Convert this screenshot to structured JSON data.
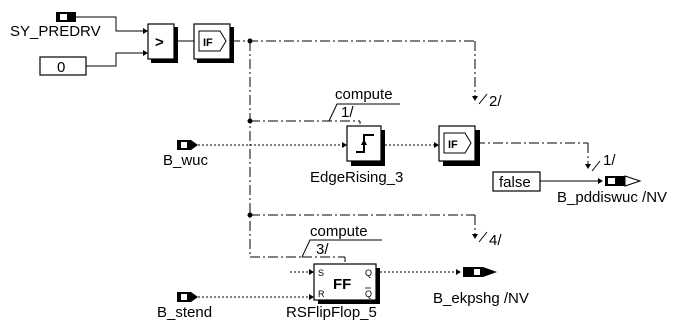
{
  "inputs": {
    "sy_predrv": "SY_PREDRV",
    "constant": "0",
    "b_wuc": "B_wuc",
    "b_stend": "B_stend"
  },
  "operators": {
    "compare": ">",
    "if1": "IF",
    "if2": "IF",
    "flipflop": "FF",
    "ff_s": "S",
    "ff_r": "R",
    "ff_q": "Q",
    "ff_qbar": "Q"
  },
  "blocks": {
    "edge_rising": "EdgeRising_3",
    "rs_flipflop": "RSFlipFlop_5"
  },
  "triggers": {
    "compute_1": "compute",
    "compute_1_seq": "1/",
    "compute_3": "compute",
    "compute_3_seq": "3/",
    "seq_2": "2/",
    "seq_1": "1/",
    "seq_4": "4/"
  },
  "outputs": {
    "false_const": "false",
    "b_pddiswuc": "B_pddiswuc /NV",
    "b_ekpshg": "B_ekpshg /NV"
  }
}
